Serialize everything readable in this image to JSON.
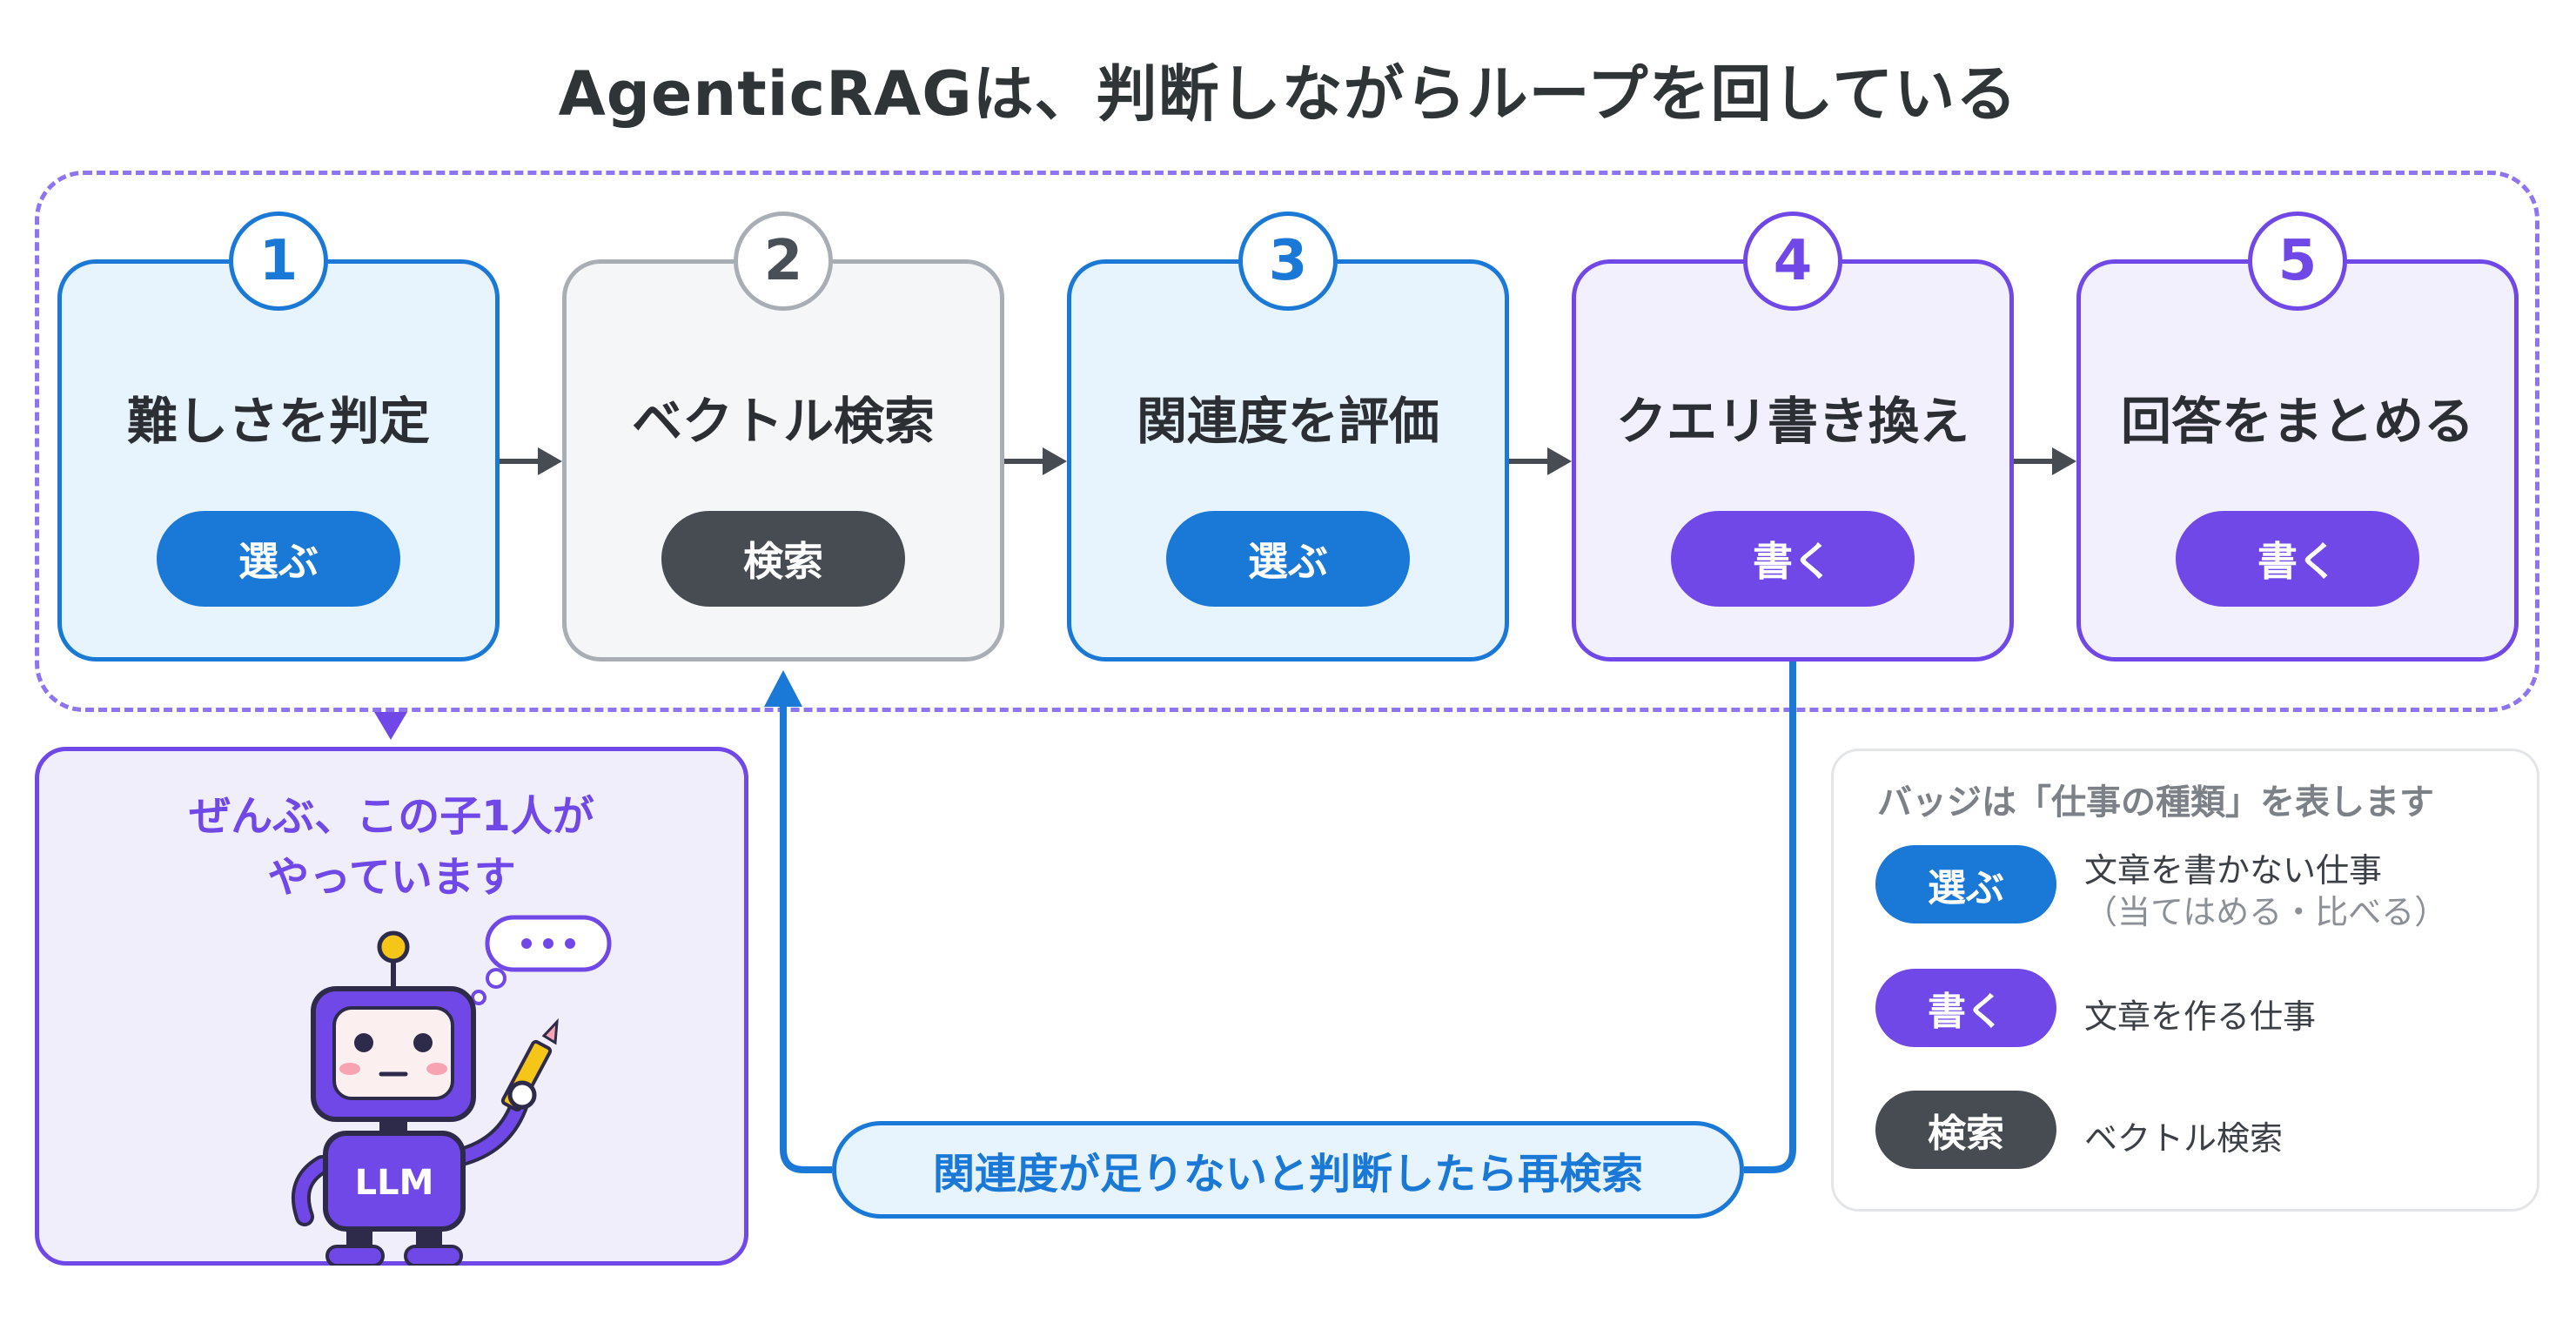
{
  "title": "AgenticRAGは、判断しながらループを回している",
  "steps": [
    {
      "number": "1",
      "label": "難しさを判定",
      "badge": "選ぶ",
      "badge_type": "choose",
      "style": "blue"
    },
    {
      "number": "2",
      "label": "ベクトル検索",
      "badge": "検索",
      "badge_type": "search",
      "style": "gray"
    },
    {
      "number": "3",
      "label": "関連度を評価",
      "badge": "選ぶ",
      "badge_type": "choose",
      "style": "blue"
    },
    {
      "number": "4",
      "label": "クエリ書き換え",
      "badge": "書く",
      "badge_type": "write",
      "style": "purple"
    },
    {
      "number": "5",
      "label": "回答をまとめる",
      "badge": "書く",
      "badge_type": "write",
      "style": "purple"
    }
  ],
  "llm_panel": {
    "line1": "ぜんぶ、この子1人が",
    "line2": "やっています",
    "robot_label": "LLM",
    "thought": "•••"
  },
  "retry_label": "関連度が足りないと判断したら再検索",
  "legend": {
    "title": "バッジは「仕事の種類」を表します",
    "items": [
      {
        "badge": "選ぶ",
        "type": "choose",
        "desc": "文章を書かない仕事",
        "sub": "（当てはめる・比べる）"
      },
      {
        "badge": "書く",
        "type": "write",
        "desc": "文章を作る仕事",
        "sub": ""
      },
      {
        "badge": "検索",
        "type": "search",
        "desc": "ベクトル検索",
        "sub": ""
      }
    ]
  },
  "colors": {
    "blue": "#1a78d6",
    "purple": "#7048e8",
    "dark": "#474c52",
    "gray_border": "#a9aeb4",
    "dashed": "#8e74f0"
  }
}
